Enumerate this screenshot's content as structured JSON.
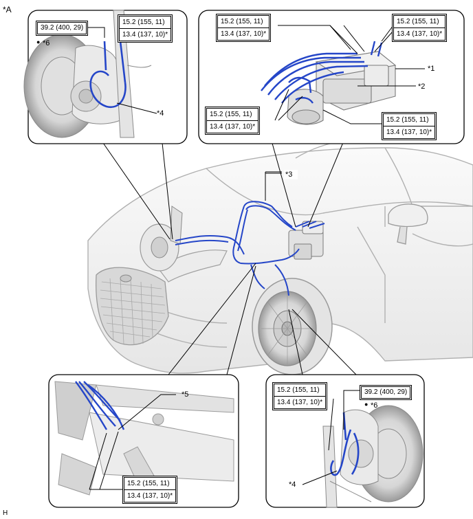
{
  "corner_label": "*A",
  "footer_label": "H",
  "callouts": {
    "c1": "*1",
    "c2": "*2",
    "c3": "*3",
    "c4_left": "*4",
    "c4_right": "*4",
    "c5": "*5",
    "c6_left": "*6",
    "c6_right": "*6"
  },
  "bullet": "●",
  "torque_specs": {
    "left_top_single": "39.2 (400, 29)",
    "left_top_a": "15.2 (155, 11)",
    "left_top_b": "13.4 (137, 10)*",
    "abs_tl_a": "15.2 (155, 11)",
    "abs_tl_b": "13.4 (137, 10)*",
    "abs_tr_a": "15.2 (155, 11)",
    "abs_tr_b": "13.4 (137, 10)*",
    "abs_bl_a": "15.2 (155, 11)",
    "abs_bl_b": "13.4 (137, 10)*",
    "abs_br_a": "15.2 (155, 11)",
    "abs_br_b": "13.4 (137, 10)*",
    "mid_bottom_a": "15.2 (155, 11)",
    "mid_bottom_b": "13.4 (137, 10)*",
    "right_bottom_a": "15.2 (155, 11)",
    "right_bottom_b": "13.4 (137, 10)*",
    "right_bottom_single": "39.2 (400, 29)"
  },
  "colors": {
    "brake_line": "#2546c8",
    "body_line": "#b8b8b8",
    "panel_border": "#000000"
  }
}
